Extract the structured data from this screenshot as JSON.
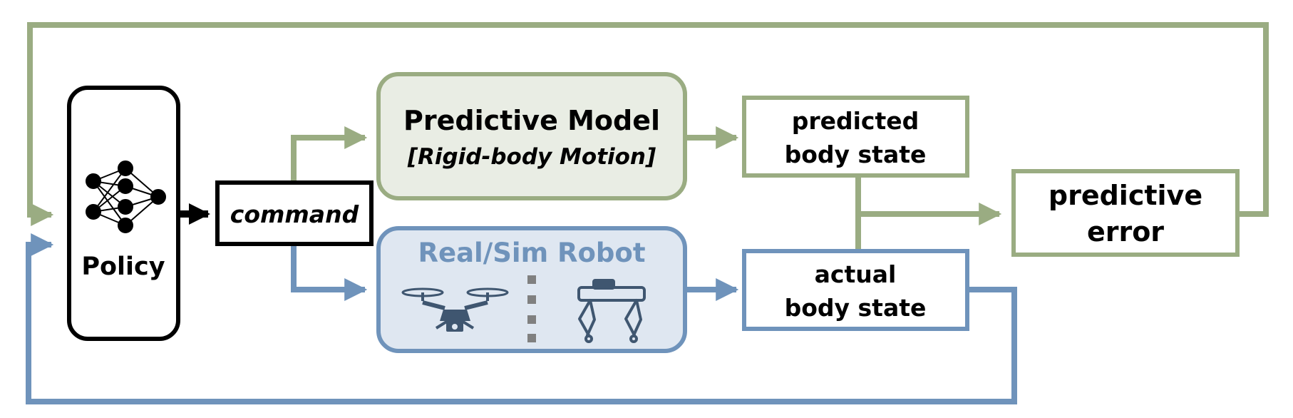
{
  "policy": {
    "label": "Policy"
  },
  "command": {
    "label": "command"
  },
  "predictive_model": {
    "title": "Predictive Model",
    "subtitle": "[Rigid-body Motion]"
  },
  "robot": {
    "title": "Real/Sim Robot",
    "icons": [
      "drone-icon",
      "quadruped-robot-icon"
    ]
  },
  "predicted_state": {
    "line1": "predicted",
    "line2": "body state"
  },
  "actual_state": {
    "line1": "actual",
    "line2": "body state"
  },
  "predictive_error": {
    "line1": "predictive",
    "line2": "error"
  },
  "colors": {
    "green": "#9aac82",
    "green_fill": "#e9ede4",
    "blue": "#6f93bb",
    "blue_fill": "#dfe7f1",
    "blue_text": "#6f93bb",
    "dark_icon": "#3f5670",
    "black": "#000000"
  }
}
